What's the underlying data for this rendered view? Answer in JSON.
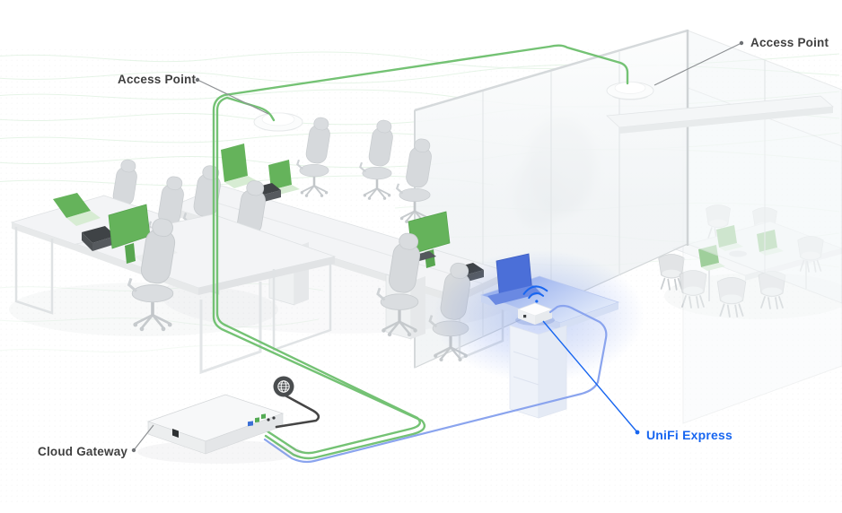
{
  "labels": {
    "access_point_left": "Access Point",
    "access_point_right": "Access Point",
    "cloud_gateway": "Cloud Gateway",
    "unifi_express": "UniFi Express"
  },
  "icons": {
    "globe": "internet-globe",
    "wifi": "wifi-signal-arcs"
  },
  "colors": {
    "label_text": "#3f3f3f",
    "unifi_blue": "#1866f0",
    "cable_green": "#74c274",
    "cable_blue": "#8aa4ee",
    "cable_black": "#454545",
    "leader_gray": "#8e9194",
    "screen_green": "#65b35b",
    "laptop_blue": "#4b6fd8",
    "globe_dark": "#4a4d4f",
    "glow_blue": "#567de8",
    "wave_green": "#d6edd8"
  }
}
